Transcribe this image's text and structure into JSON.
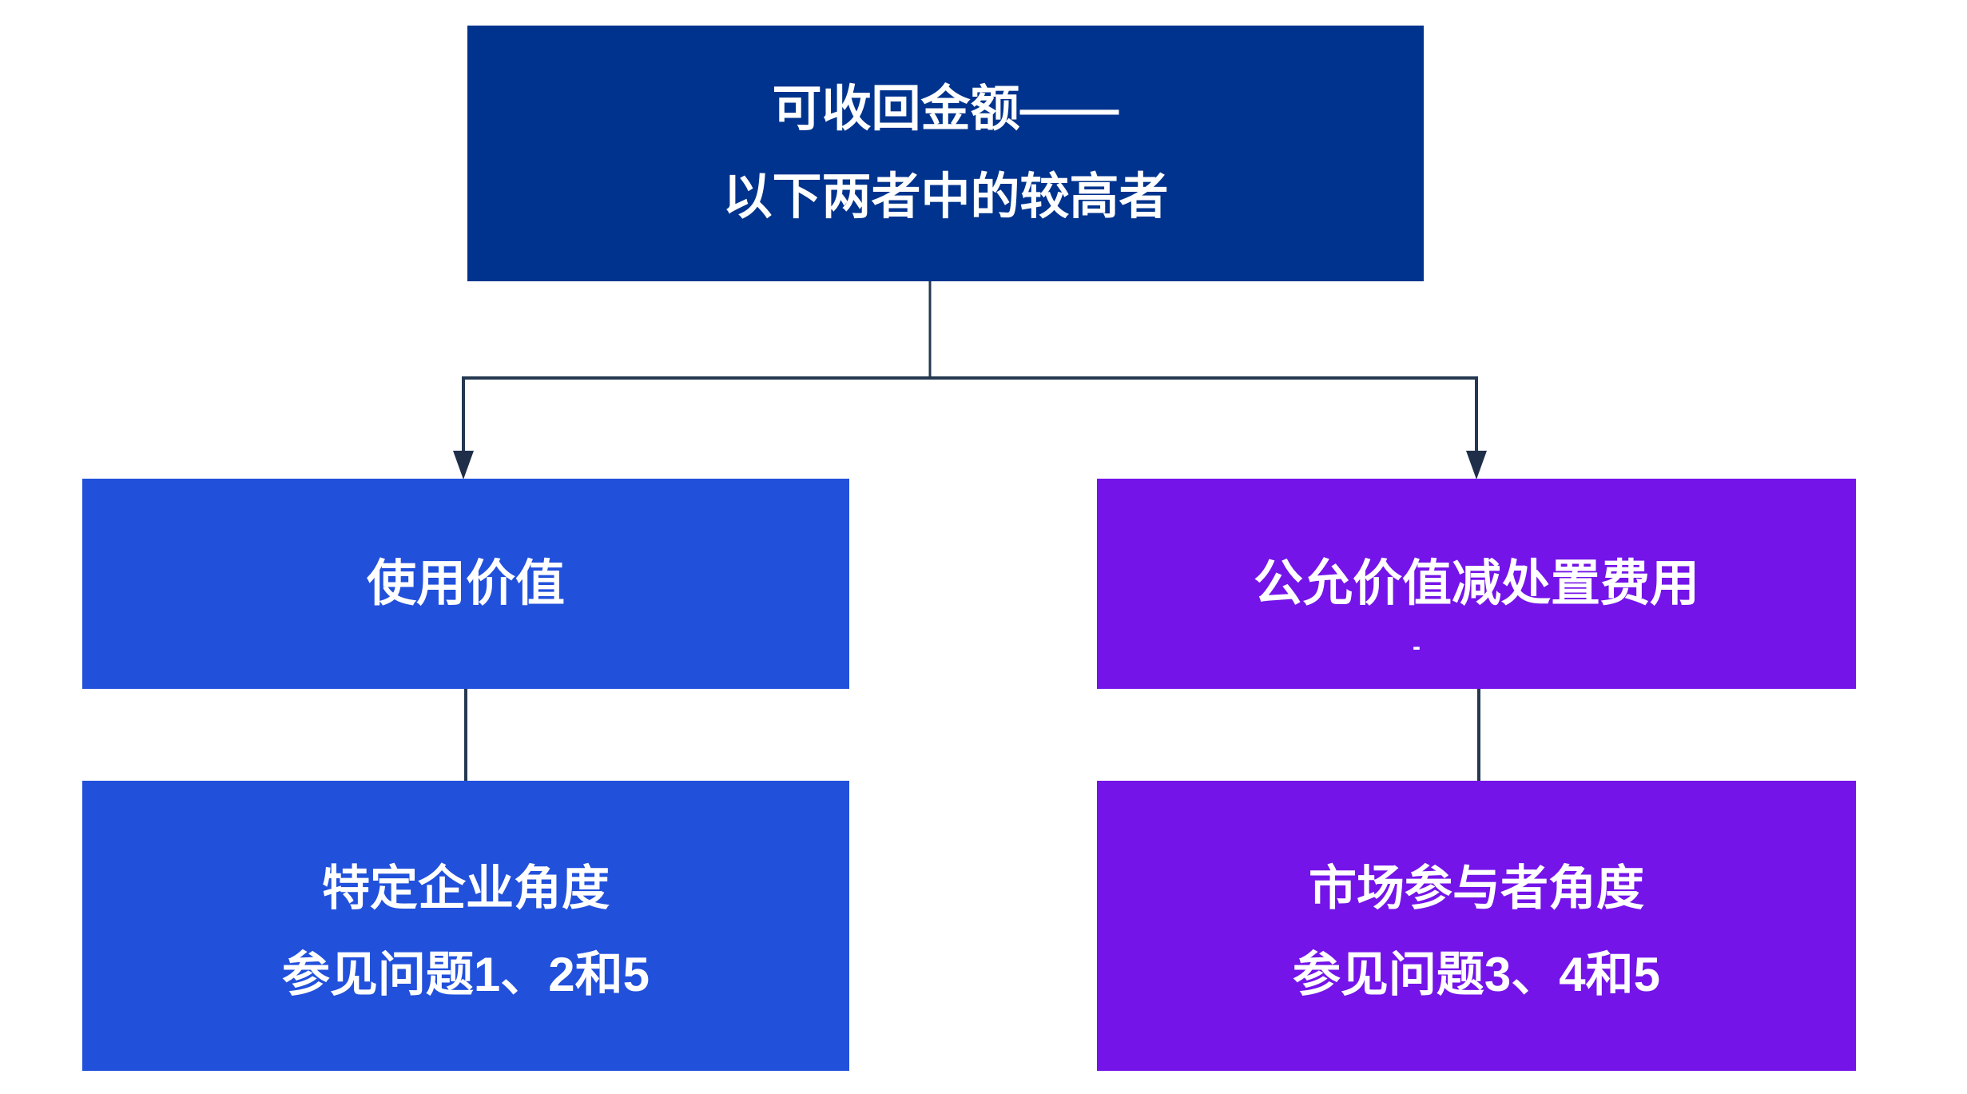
{
  "diagram": {
    "root_node": {
      "line1": "可收回金额——",
      "line2": "以下两者中的较高者"
    },
    "value_in_use_node": {
      "label": "使用价值"
    },
    "fair_value_less_costs_node": {
      "label": "公允价值减处置费用",
      "dash": "-"
    },
    "entity_specific_node": {
      "line1": "特定企业角度",
      "line2": "参见问题1、2和5"
    },
    "market_participant_node": {
      "line1": "市场参与者角度",
      "line2": "参见问题3、4和5"
    }
  },
  "colors": {
    "background": "#FFFFFF",
    "navy": "#00338D",
    "blue": "#2150DB",
    "purple": "#7414E9",
    "connector": "#243850",
    "arrow": "#1F2F4A",
    "text": "#FFFFFF"
  }
}
